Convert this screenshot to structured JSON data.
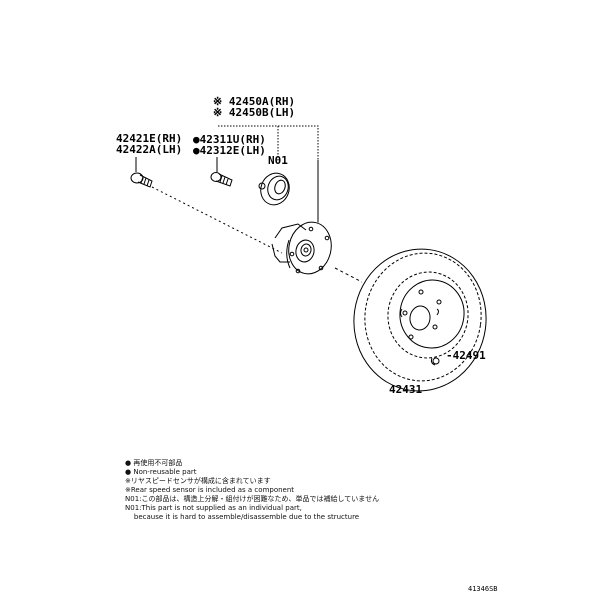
{
  "diagram": {
    "parts": [
      {
        "id": "hub-assy",
        "mark": "※",
        "lines": [
          "42450A(RH)",
          "42450B(LH)"
        ]
      },
      {
        "id": "hub-bolt",
        "mark": "",
        "lines": [
          "42421E(RH)",
          "42422A(LH)"
        ]
      },
      {
        "id": "hub-mount-bolt",
        "mark": "●",
        "lines": [
          "42311U(RH)",
          "42312E(LH)"
        ]
      },
      {
        "id": "bearing",
        "mark": "",
        "lines": [
          "N01"
        ]
      },
      {
        "id": "disc-pin",
        "mark": "",
        "lines": [
          "-42491"
        ]
      },
      {
        "id": "brake-disc",
        "mark": "",
        "lines": [
          "42431"
        ]
      }
    ],
    "notes": [
      "● 再使用不可部品",
      "● Non-reusable part",
      "※リヤスピードセンサが構成に含まれています",
      "※Rear speed sensor is included as a component",
      "N01:この部品は、構造上分解・組付けが困難なため、単品では補給していません",
      "N01:This part is not supplied as an individual part,",
      "    because it is hard to assemble/disassemble due to the structure"
    ],
    "reference_code": "41346SB"
  }
}
